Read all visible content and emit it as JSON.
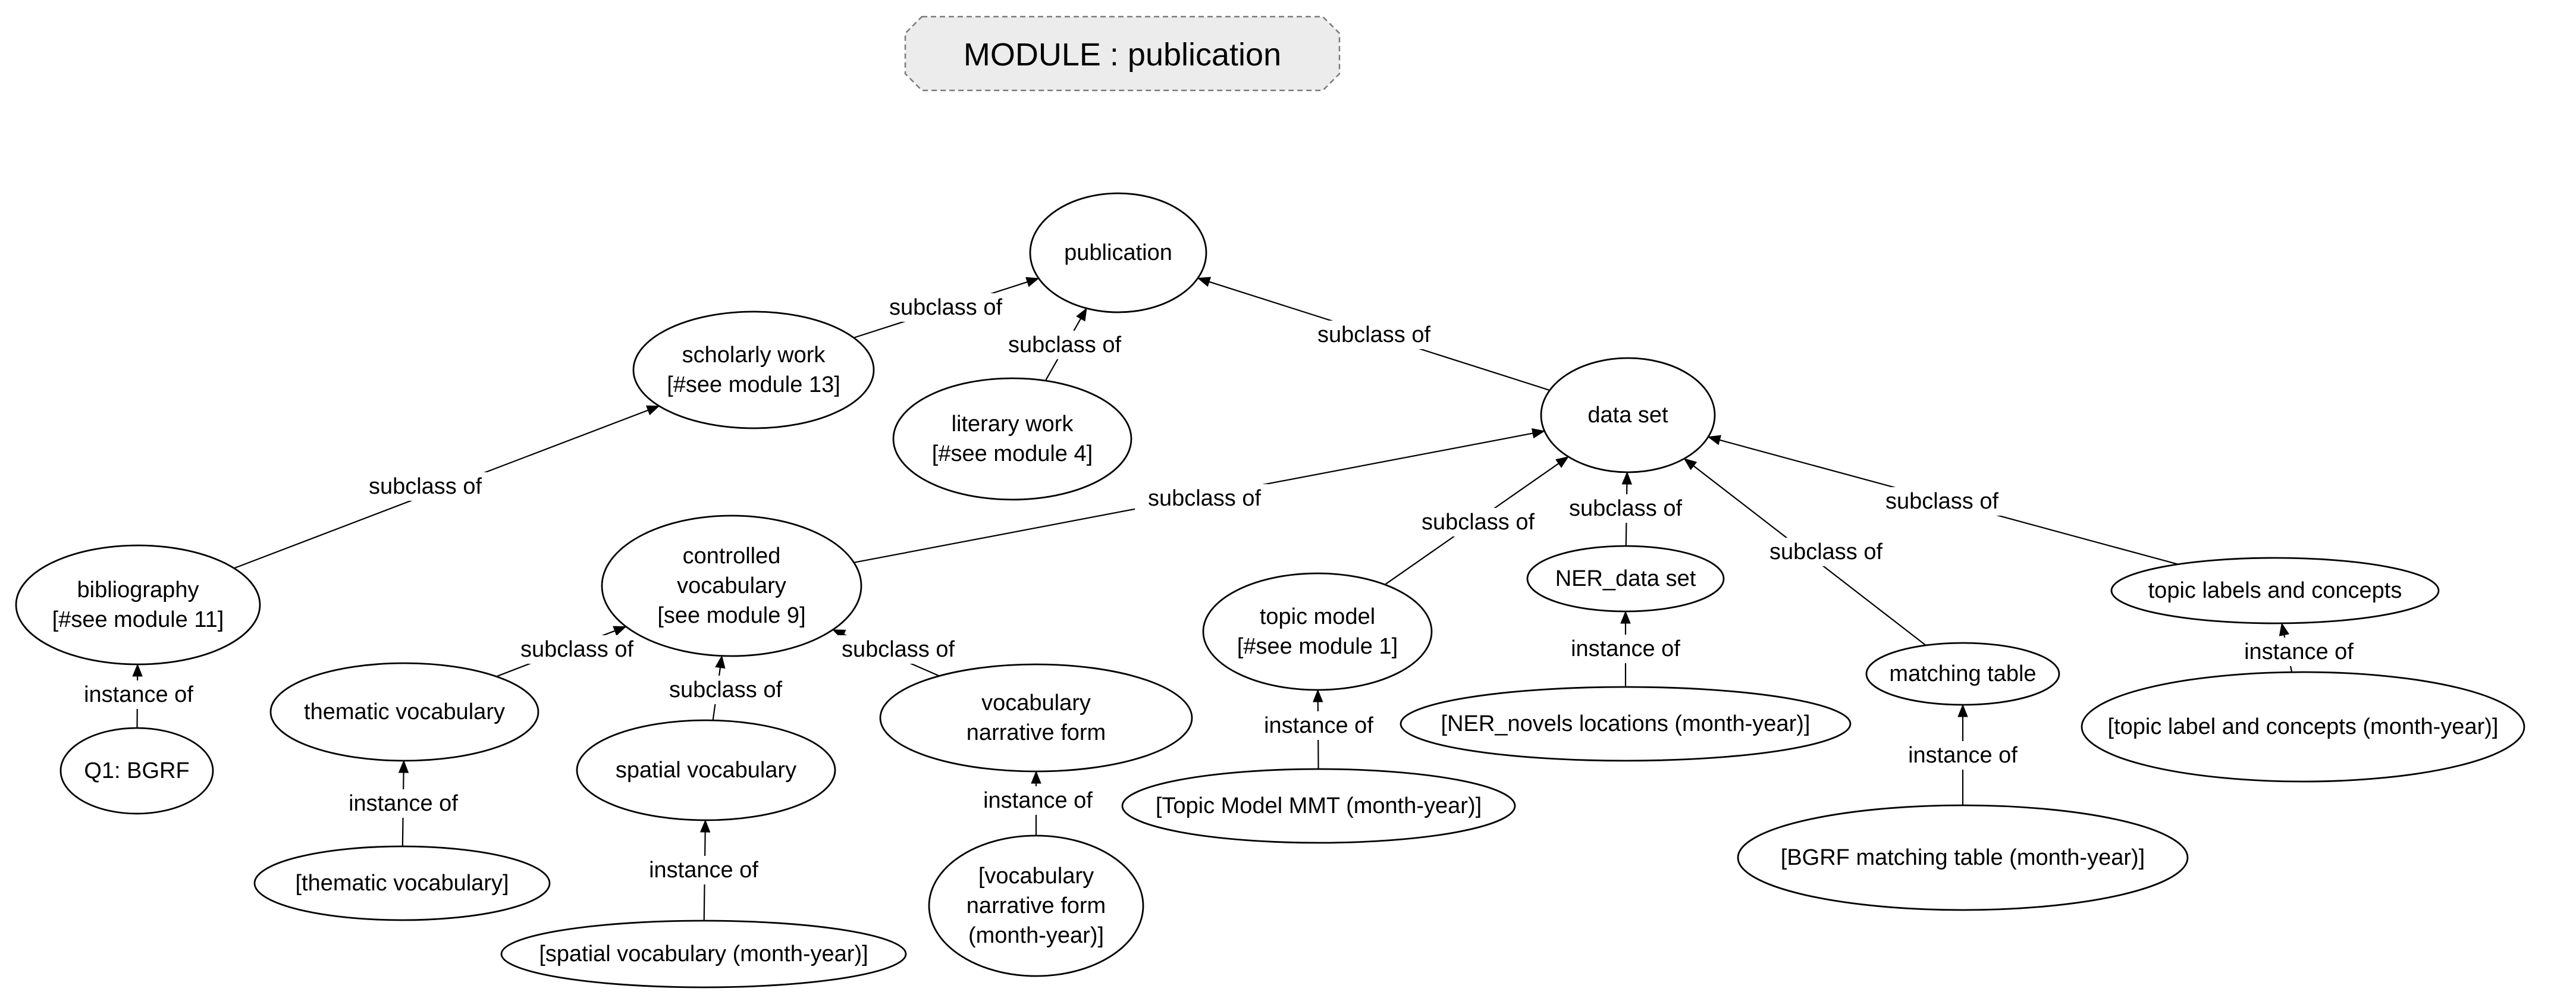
{
  "module_title": "MODULE : publication",
  "nodes": {
    "publication": [
      "publication"
    ],
    "scholarly_work": [
      "scholarly work",
      "[#see module 13]"
    ],
    "literary_work": [
      "literary work",
      "[#see module 4]"
    ],
    "data_set": [
      "data set"
    ],
    "bibliography": [
      "bibliography",
      "[#see module 11]"
    ],
    "q1_bgrf": [
      "Q1: BGRF"
    ],
    "controlled_vocabulary": [
      "controlled",
      "vocabulary",
      "[see module 9]"
    ],
    "thematic_vocabulary": [
      "thematic vocabulary"
    ],
    "thematic_vocabulary_instance": [
      "[thematic vocabulary]"
    ],
    "spatial_vocabulary": [
      "spatial vocabulary"
    ],
    "spatial_vocabulary_instance": [
      "[spatial vocabulary (month-year)]"
    ],
    "vocabulary_narrative_form": [
      "vocabulary",
      "narrative form"
    ],
    "vocabulary_narrative_form_instance": [
      "[vocabulary",
      "narrative form",
      "(month-year)]"
    ],
    "topic_model": [
      "topic model",
      "[#see module 1]"
    ],
    "topic_model_instance": [
      "[Topic Model MMT (month-year)]"
    ],
    "ner_data_set": [
      "NER_data set"
    ],
    "ner_instance": [
      "[NER_novels locations (month-year)]"
    ],
    "matching_table": [
      "matching table"
    ],
    "matching_table_instance": [
      "[BGRF matching table (month-year)]"
    ],
    "topic_labels": [
      "topic labels and concepts"
    ],
    "topic_labels_instance": [
      "[topic label and concepts (month-year)]"
    ]
  },
  "edges": [
    {
      "from": "scholarly_work",
      "to": "publication",
      "label": "subclass of"
    },
    {
      "from": "literary_work",
      "to": "publication",
      "label": "subclass of"
    },
    {
      "from": "data_set",
      "to": "publication",
      "label": "subclass of"
    },
    {
      "from": "bibliography",
      "to": "scholarly_work",
      "label": "subclass of"
    },
    {
      "from": "q1_bgrf",
      "to": "bibliography",
      "label": "instance of"
    },
    {
      "from": "controlled_vocabulary",
      "to": "data_set",
      "label": "subclass of"
    },
    {
      "from": "thematic_vocabulary",
      "to": "controlled_vocabulary",
      "label": "subclass of"
    },
    {
      "from": "spatial_vocabulary",
      "to": "controlled_vocabulary",
      "label": "subclass of"
    },
    {
      "from": "vocabulary_narrative_form",
      "to": "controlled_vocabulary",
      "label": "subclass of"
    },
    {
      "from": "thematic_vocabulary_instance",
      "to": "thematic_vocabulary",
      "label": "instance of"
    },
    {
      "from": "spatial_vocabulary_instance",
      "to": "spatial_vocabulary",
      "label": "instance of"
    },
    {
      "from": "vocabulary_narrative_form_instance",
      "to": "vocabulary_narrative_form",
      "label": "instance of"
    },
    {
      "from": "topic_model",
      "to": "data_set",
      "label": "subclass of"
    },
    {
      "from": "ner_data_set",
      "to": "data_set",
      "label": "subclass of"
    },
    {
      "from": "matching_table",
      "to": "data_set",
      "label": "subclass of"
    },
    {
      "from": "topic_labels",
      "to": "data_set",
      "label": "subclass of"
    },
    {
      "from": "topic_model_instance",
      "to": "topic_model",
      "label": "instance of"
    },
    {
      "from": "ner_instance",
      "to": "ner_data_set",
      "label": "instance of"
    },
    {
      "from": "matching_table_instance",
      "to": "matching_table",
      "label": "instance of"
    },
    {
      "from": "topic_labels_instance",
      "to": "topic_labels",
      "label": "instance of"
    }
  ]
}
